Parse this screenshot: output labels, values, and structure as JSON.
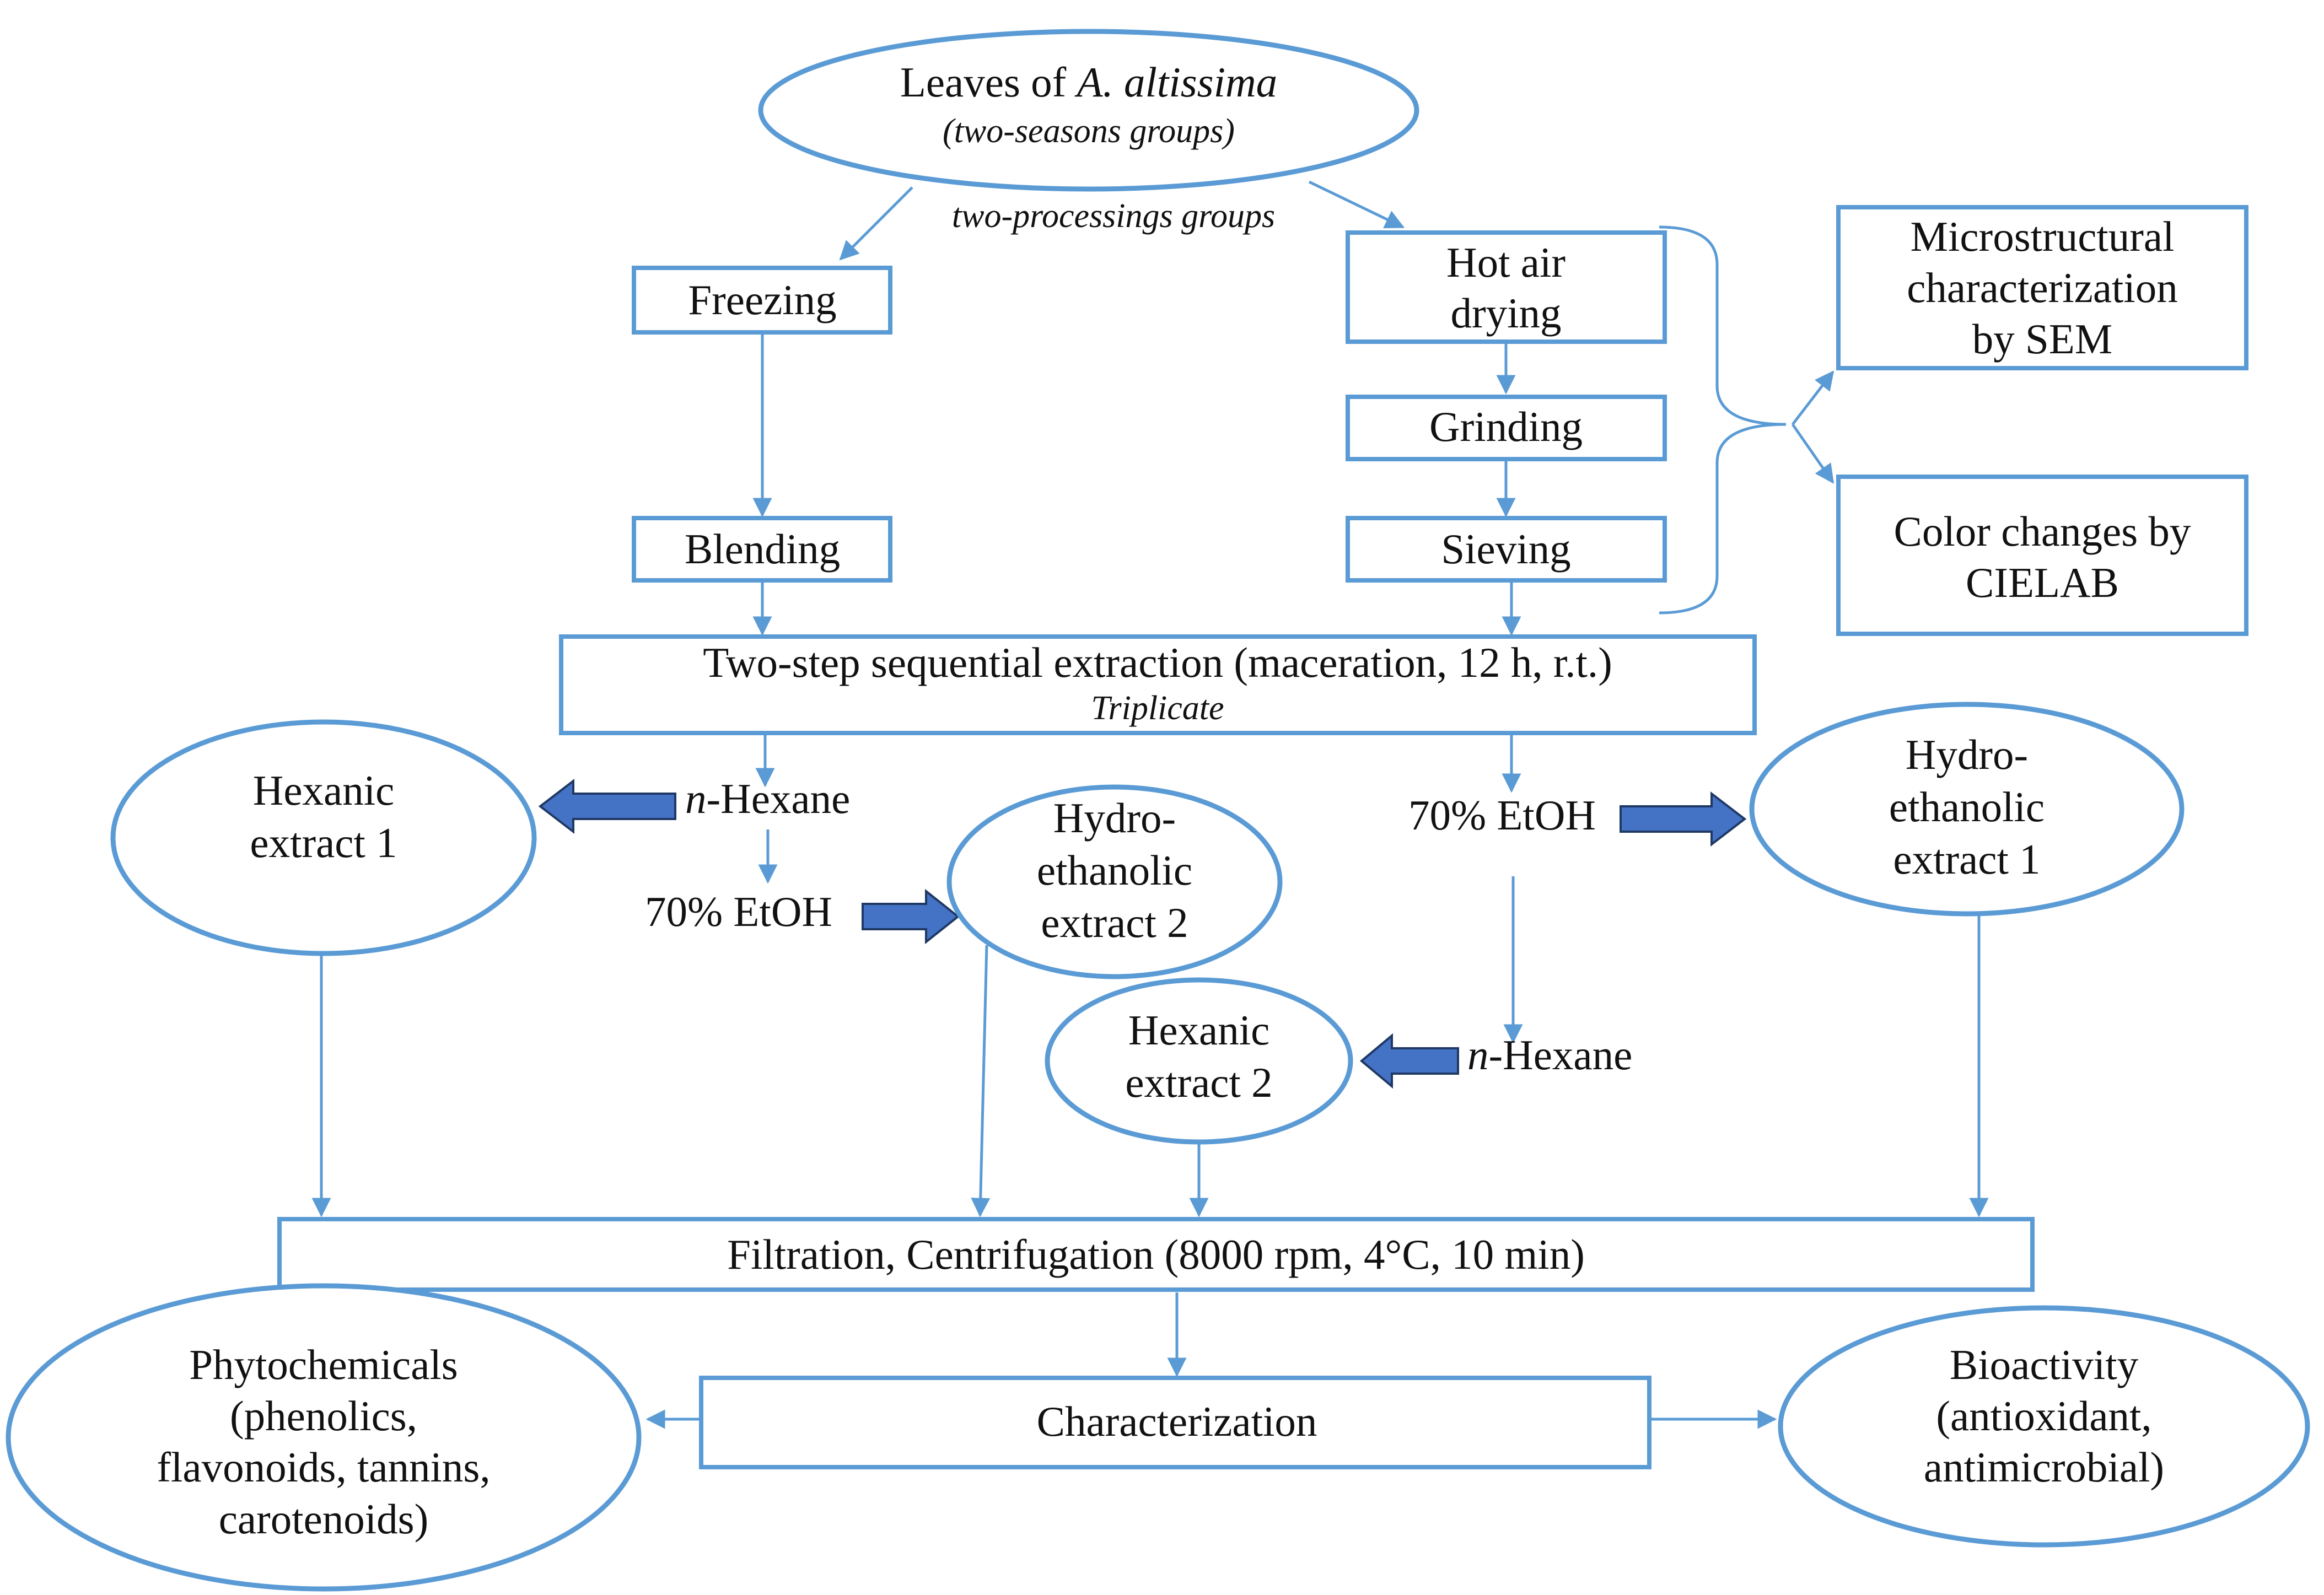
{
  "diagram": {
    "source": {
      "prefix": "Leaves of ",
      "species": "A. altissima",
      "subtitle": "(two-seasons groups)"
    },
    "processing_label": "two-processings groups",
    "freezing_path": {
      "freezing": "Freezing",
      "blending": "Blending"
    },
    "drying_path": {
      "hot_air_line1": "Hot air",
      "hot_air_line2": "drying",
      "grinding": "Grinding",
      "sieving": "Sieving"
    },
    "analyses": {
      "microstructural": [
        "Microstructural",
        "characterization",
        "by SEM"
      ],
      "color": [
        "Color changes by",
        "CIELAB"
      ]
    },
    "extraction": {
      "title": "Two-step sequential extraction (maceration, 12 h, r.t.)",
      "subtitle": "Triplicate"
    },
    "left_branch": {
      "hexane_italic": "n",
      "hexane_rest": "-Hexane",
      "hexanic_extract_1": [
        "Hexanic",
        "extract 1"
      ],
      "etoh": "70% EtOH",
      "hydroethanolic_extract_2": [
        "Hydro-",
        "ethanolic",
        "extract 2"
      ]
    },
    "right_branch": {
      "etoh": "70% EtOH",
      "hydroethanolic_extract_1": [
        "Hydro-",
        "ethanolic",
        "extract 1"
      ],
      "hexane_italic": "n",
      "hexane_rest": "-Hexane",
      "hexanic_extract_2": [
        "Hexanic",
        "extract 2"
      ]
    },
    "filtration": "Filtration, Centrifugation (8000 rpm, 4°C, 10 min)",
    "characterization": "Characterization",
    "phytochemicals": [
      "Phytochemicals",
      "(phenolics,",
      "flavonoids, tannins,",
      "carotenoids)"
    ],
    "bioactivity": [
      "Bioactivity",
      "(antioxidant,",
      "antimicrobial)"
    ],
    "colors": {
      "outline": "#5b9bd5",
      "fat_arrow_fill": "#4472c4",
      "fat_arrow_stroke": "#1f3864"
    }
  }
}
